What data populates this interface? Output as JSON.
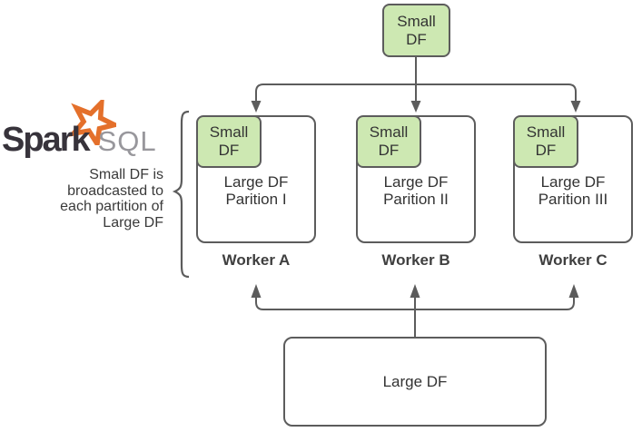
{
  "logo": {
    "spark": "Spark",
    "sql": "SQL"
  },
  "annotation": {
    "lines": [
      "Small DF is",
      "broadcasted to",
      "each partition of",
      "Large DF"
    ]
  },
  "top_box": {
    "line1": "Small",
    "line2": "DF"
  },
  "workers": [
    {
      "small_df_line1": "Small",
      "small_df_line2": "DF",
      "partition_line1": "Large DF",
      "partition_line2": "Parition I",
      "label": "Worker A"
    },
    {
      "small_df_line1": "Small",
      "small_df_line2": "DF",
      "partition_line1": "Large DF",
      "partition_line2": "Parition II",
      "label": "Worker B"
    },
    {
      "small_df_line1": "Small",
      "small_df_line2": "DF",
      "partition_line1": "Large DF",
      "partition_line2": "Parition III",
      "label": "Worker C"
    }
  ],
  "bottom_box": {
    "label": "Large DF"
  },
  "colors": {
    "small_df_fill": "#cde8b2",
    "box_border": "#5c5c5c",
    "connector": "#5c5c5c",
    "star_orange": "#e4702b",
    "spark_text": "#37333b",
    "sql_text": "#98979c",
    "body_text": "#333333"
  }
}
